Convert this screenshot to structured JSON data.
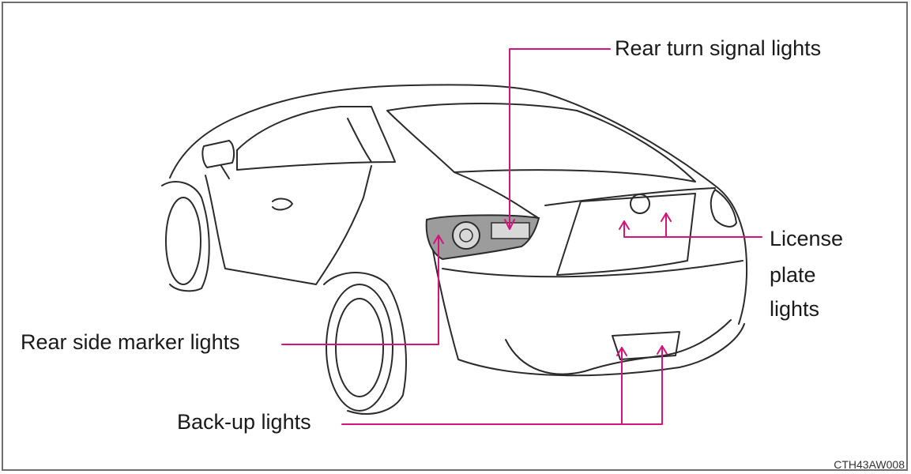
{
  "labels": {
    "rear_turn_signal": "Rear turn signal lights",
    "license_plate_1": "License",
    "license_plate_2": "plate",
    "license_plate_3": "lights",
    "rear_side_marker": "Rear side marker lights",
    "back_up": "Back-up lights"
  },
  "figure_code": "CTH43AW008",
  "colors": {
    "leader": "#d4147a",
    "outline": "#2b2b2b",
    "lamp_fill": "#9c9c9c",
    "border": "#6e6e6e"
  }
}
